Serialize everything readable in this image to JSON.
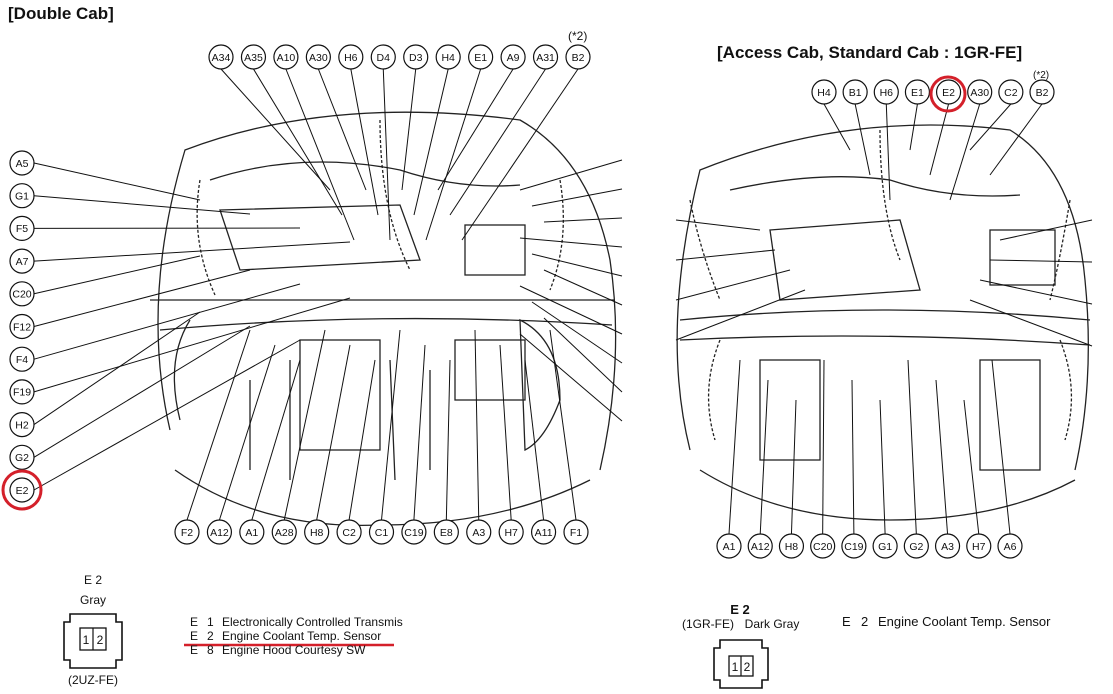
{
  "left": {
    "title": "[Double Cab]",
    "note_mark": "(*2)",
    "top_labels": [
      "A34",
      "A35",
      "A10",
      "A30",
      "H6",
      "D4",
      "D3",
      "H4",
      "E1",
      "A9",
      "A31",
      "B2"
    ],
    "left_labels": [
      "A5",
      "G1",
      "F5",
      "A7",
      "C20",
      "F12",
      "F4",
      "F19",
      "H2",
      "G2",
      "E2"
    ],
    "bottom_labels": [
      "F2",
      "A12",
      "A1",
      "A28",
      "H8",
      "C2",
      "C1",
      "C19",
      "E8",
      "A3",
      "H7",
      "A11",
      "F1"
    ],
    "connector": {
      "name": "E 2",
      "color": "Gray",
      "pins": [
        "1",
        "2"
      ],
      "variant": "(2UZ-FE)"
    },
    "legend": [
      {
        "code": "E",
        "num": "1",
        "text": "Electronically Controlled Transmis"
      },
      {
        "code": "E",
        "num": "2",
        "text": "Engine Coolant Temp. Sensor"
      },
      {
        "code": "E",
        "num": "8",
        "text": "Engine Hood Courtesy SW"
      }
    ]
  },
  "right": {
    "title": "[Access Cab, Standard Cab : 1GR-FE]",
    "note_mark": "(*2)",
    "top_labels": [
      "H4",
      "B1",
      "H6",
      "E1",
      "E2",
      "A30",
      "C2",
      "B2"
    ],
    "bottom_labels": [
      "A1",
      "A12",
      "H8",
      "C20",
      "C19",
      "G1",
      "G2",
      "A3",
      "H7",
      "A6"
    ],
    "connector": {
      "name": "E 2",
      "variant": "(1GR-FE)",
      "color": "Dark Gray",
      "pins": [
        "1",
        "2"
      ]
    },
    "legend": [
      {
        "code": "E",
        "num": "2",
        "text": "Engine Coolant Temp. Sensor"
      }
    ]
  },
  "colors": {
    "highlight": "#d4202a",
    "line": "#111111"
  }
}
